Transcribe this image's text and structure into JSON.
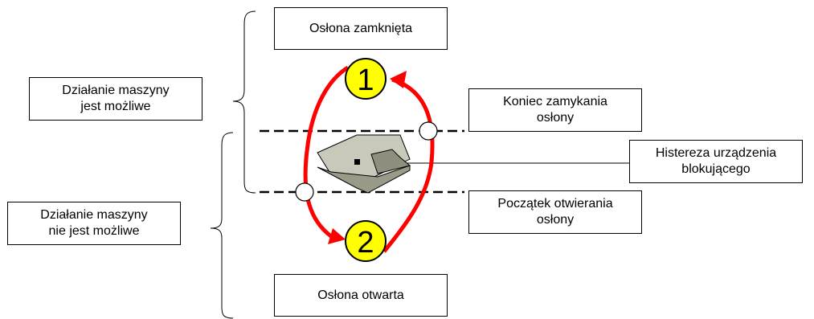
{
  "labels": {
    "guard_closed": "Osłona zamknięta",
    "guard_open": "Osłona otwarta",
    "machine_possible_l1": "Działanie maszyny",
    "machine_possible_l2": "jest możliwe",
    "machine_not_possible_l1": "Działanie maszyny",
    "machine_not_possible_l2": "nie jest możliwe",
    "closing_end_l1": "Koniec zamykania",
    "closing_end_l2": "osłony",
    "opening_start_l1": "Początek otwierania",
    "opening_start_l2": "osłony",
    "hysteresis_l1": "Histereza urządzenia",
    "hysteresis_l2": "blokującego"
  },
  "states": {
    "closed_number": "1",
    "open_number": "2"
  },
  "colors": {
    "arrow": "#ff0000",
    "state_fill": "#ffff00",
    "device_fill": "#c0c0b0",
    "device_dark": "#8a8a7a"
  }
}
